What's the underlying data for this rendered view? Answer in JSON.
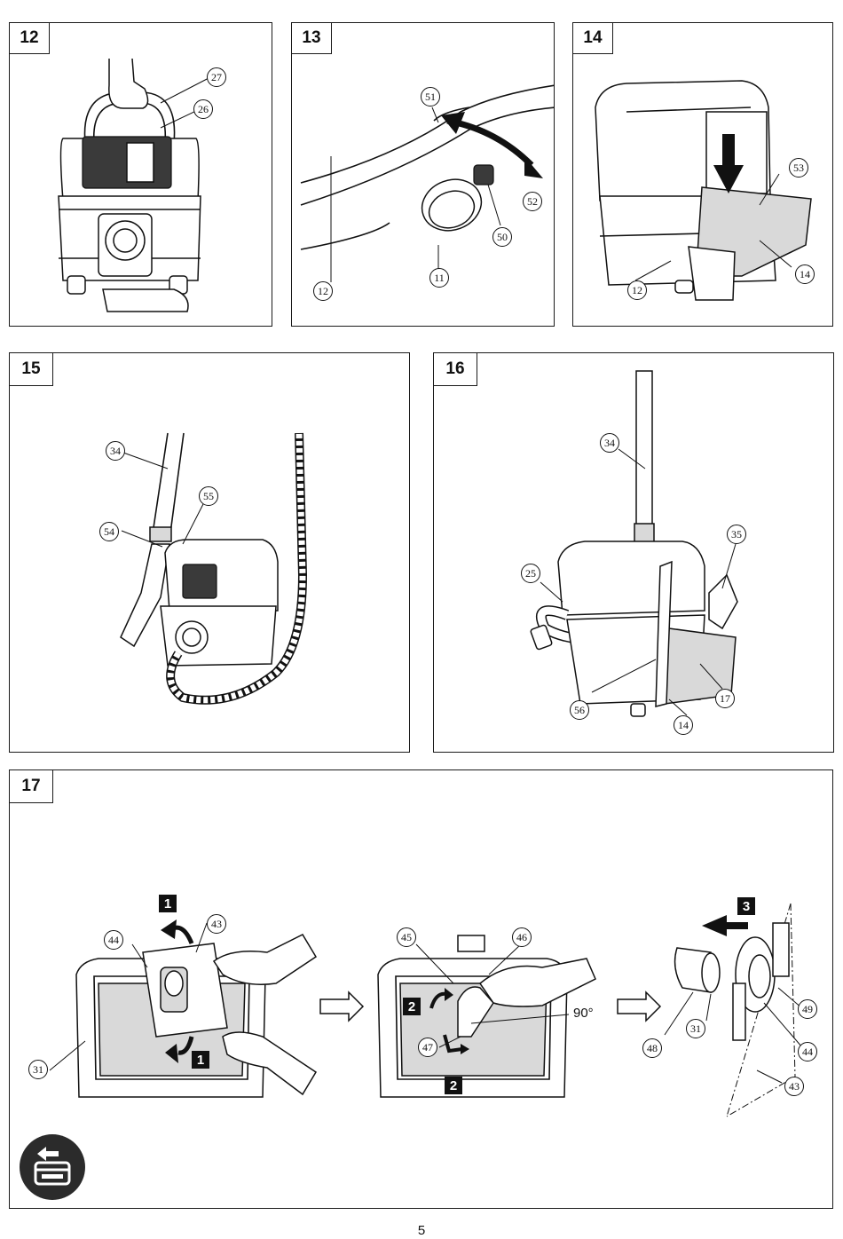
{
  "figures": {
    "f12": {
      "label": "12",
      "callouts": [
        "27",
        "26"
      ]
    },
    "f13": {
      "label": "13",
      "callouts": [
        "51",
        "52",
        "50",
        "12",
        "11"
      ]
    },
    "f14": {
      "label": "14",
      "callouts": [
        "53",
        "12",
        "14"
      ]
    },
    "f15": {
      "label": "15",
      "callouts": [
        "34",
        "55",
        "54"
      ]
    },
    "f16": {
      "label": "16",
      "callouts": [
        "34",
        "35",
        "25",
        "17",
        "56",
        "14"
      ]
    },
    "f17": {
      "label": "17",
      "callouts": [
        "43",
        "44",
        "31",
        "45",
        "46",
        "47",
        "49",
        "48",
        "31",
        "44",
        "43"
      ],
      "steps": [
        "1",
        "1",
        "2",
        "2",
        "3"
      ],
      "angle": "90°"
    }
  },
  "icons": {
    "back": "back-to-contents-icon",
    "flow_arrow": "right-outline-arrow-icon"
  },
  "page_number": "5"
}
